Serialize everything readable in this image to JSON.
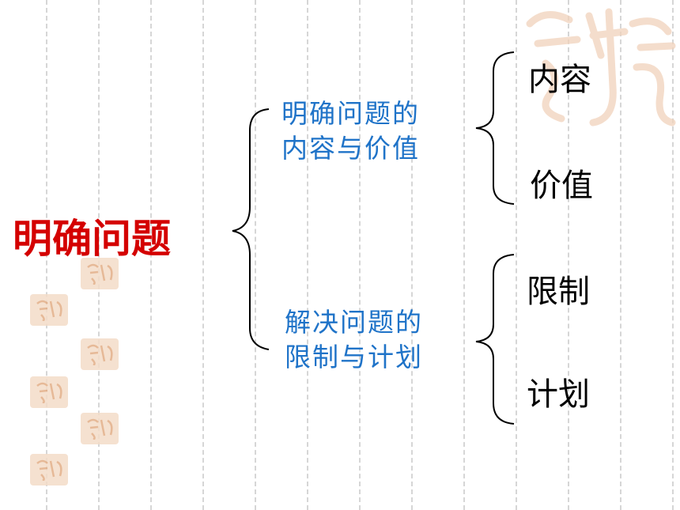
{
  "root": {
    "label": "明确问题"
  },
  "branches": [
    {
      "label_line1": "明确问题的",
      "label_line2": "内容与价值",
      "children": [
        "内容",
        "价值"
      ]
    },
    {
      "label_line1": "解决问题的",
      "label_line2": "限制与计划",
      "children": [
        "限制",
        "计划"
      ]
    }
  ],
  "colors": {
    "root": "#d40000",
    "branch": "#1f73c8",
    "leaf": "#000000",
    "seal": "#f4dcc8"
  }
}
